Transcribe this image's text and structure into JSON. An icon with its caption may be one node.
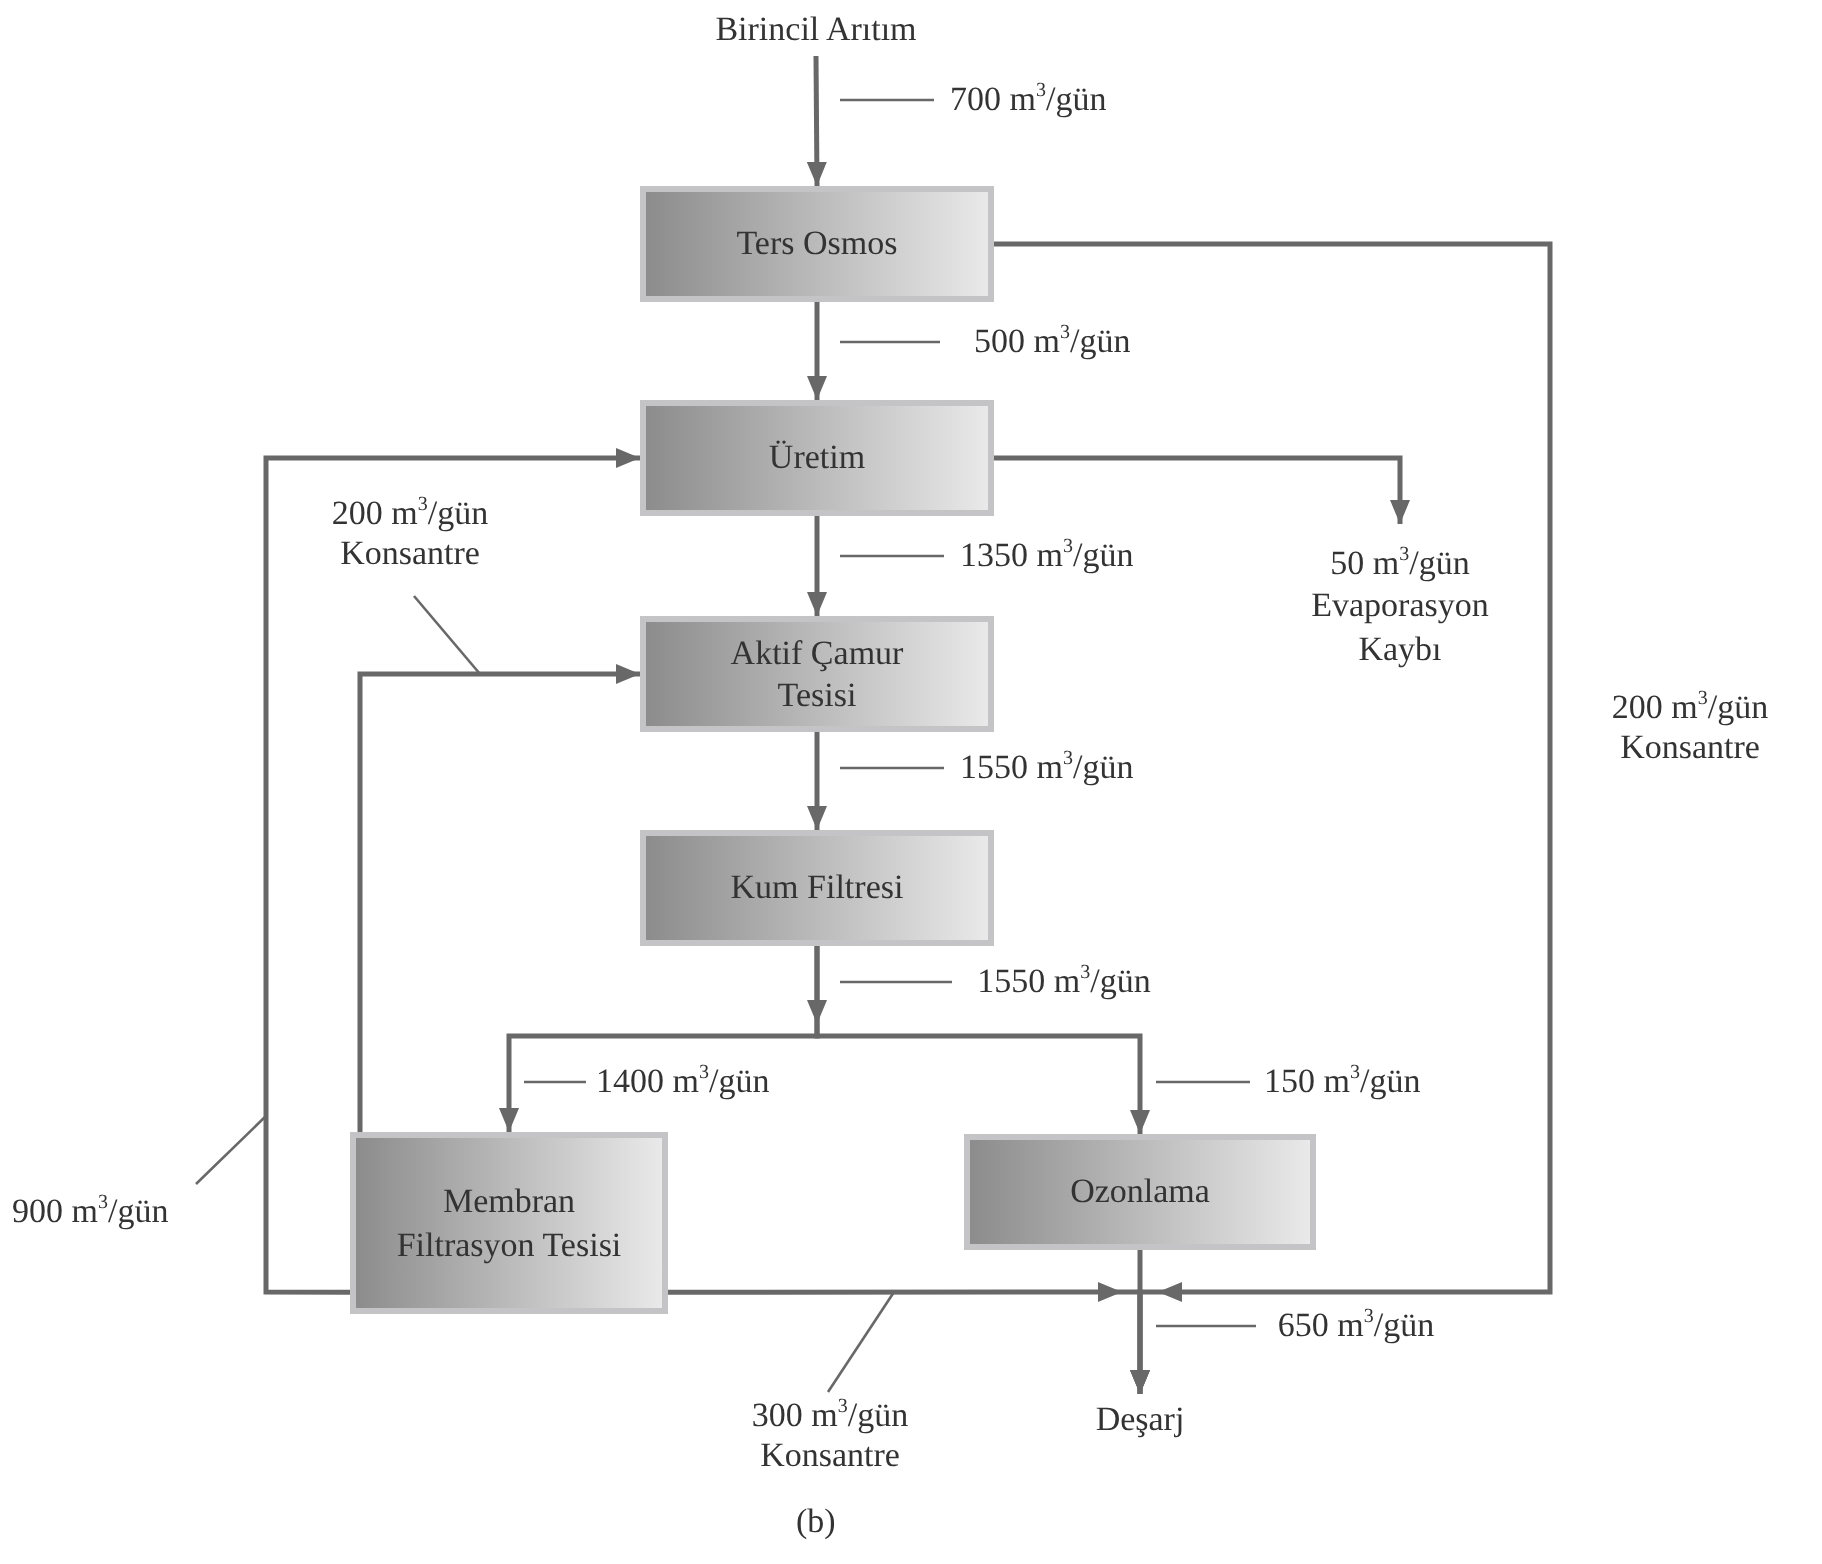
{
  "diagram": {
    "nodes": [
      {
        "text": [
          "Birincil Arıtım"
        ]
      },
      {
        "text": [
          "Ters Osmos"
        ]
      },
      {
        "text": [
          "Üretim"
        ]
      },
      {
        "text": [
          "Aktif Çamur Tesisi"
        ]
      },
      {
        "text": [
          "Kum Filtresi"
        ]
      },
      {
        "text": [
          "Membran Filtrasyon Tesisi"
        ]
      },
      {
        "text": [
          "Ozonlama"
        ]
      },
      {
        "text": [
          "50 m$^{3}$/gün Evaporasyon Kaybı"
        ]
      },
      {
        "text": [
          "Deşarj"
        ]
      },
      {
        "text": [
          "1550 m$^{3}$/gün"
        ]
      },
      {
        "text": [
          "650 m$^{3}$/gün"
        ]
      }
    ],
    "edges": [
      {
        "from": 0,
        "to": 1,
        "arrow": "to",
        "label": "700 m$^{3}$/gün"
      },
      {
        "from": 1,
        "to": 2,
        "arrow": "to",
        "label": "500 m$^{3}$/gün"
      },
      {
        "from": 2,
        "to": 3,
        "arrow": "to",
        "label": "1350 m$^{3}$/gün"
      },
      {
        "from": 2,
        "to": 7,
        "arrow": "to"
      },
      {
        "from": 3,
        "to": 4,
        "arrow": "to",
        "label": "1550 m$^{3}$/gün"
      },
      {
        "from": 4,
        "to": 5,
        "arrow": "to",
        "label": "1400 m$^{3}$/gün"
      },
      {
        "from": 4,
        "to": 6,
        "arrow": "to",
        "label": "150 m$^{3}$/gün"
      },
      {
        "from": 5,
        "to": 2,
        "arrow": "to",
        "label": "900 m$^{3}$/gün"
      },
      {
        "from": 5,
        "to": 3,
        "arrow": "to",
        "label": "200 m$^{3}$/gün Konsantre"
      },
      {
        "from": 5,
        "to": 8,
        "arrow": "to",
        "label": "300 m$^{3}$/gün Konsantre"
      },
      {
        "from": 6,
        "to": 8,
        "arrow": "to"
      },
      {
        "from": 1,
        "to": 8,
        "arrow": "to",
        "label": "200 m$^{3}$/gün Konsantre"
      },
      {
        "from": 9,
        "to": null,
        "arrow": "none"
      },
      {
        "from": 10,
        "to": null,
        "arrow": "none"
      }
    ],
    "labels": [
      "(b)"
    ]
  }
}
